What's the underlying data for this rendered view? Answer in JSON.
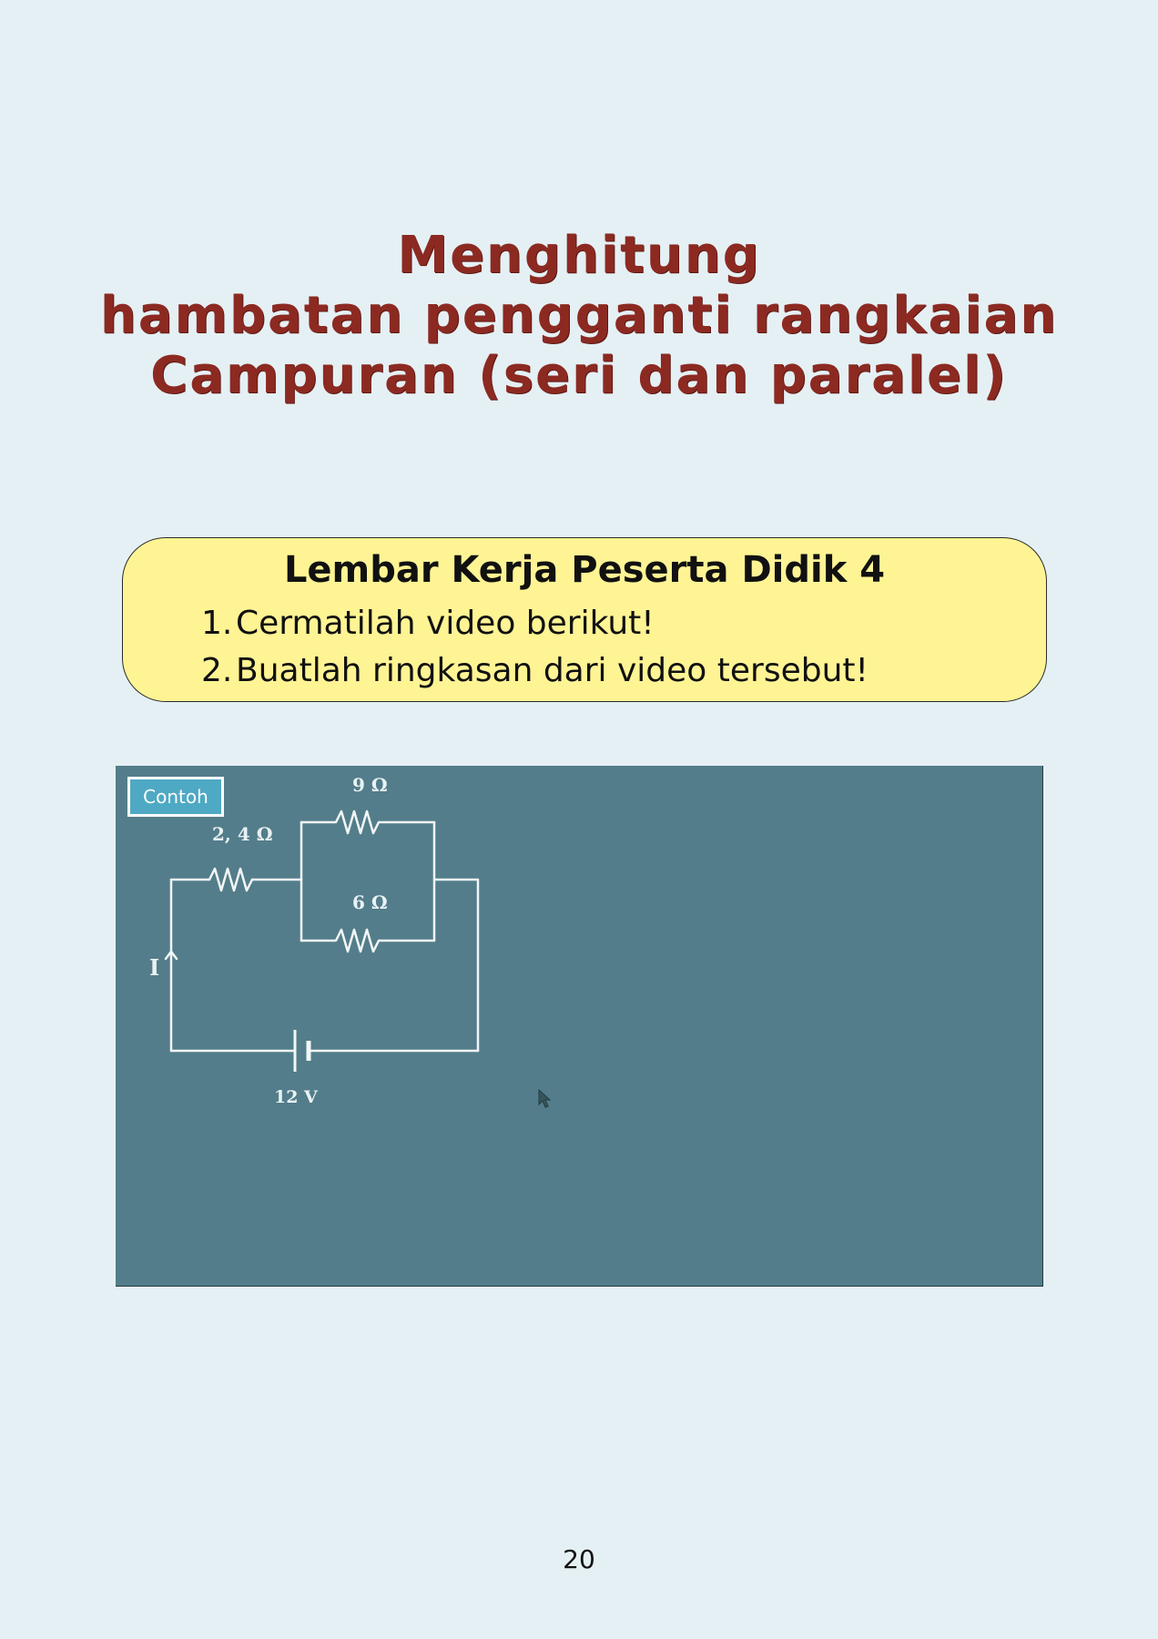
{
  "title": {
    "line1": "Menghitung",
    "line2": "hambatan pengganti rangkaian",
    "line3": "Campuran (seri dan paralel)"
  },
  "worksheet": {
    "heading": "Lembar Kerja Peserta Didik 4",
    "items": [
      {
        "number": "1.",
        "text": "Cermatilah video berikut!"
      },
      {
        "number": "2.",
        "text": "Buatlah ringkasan dari video tersebut!"
      }
    ]
  },
  "video": {
    "badge": "Contoh",
    "circuit": {
      "r_series": "2, 4 Ω",
      "r_parallel_top": "9 Ω",
      "r_parallel_bottom": "6 Ω",
      "current_label": "I",
      "battery_label": "12 V"
    }
  },
  "page_number": "20",
  "colors": {
    "background": "#e5f0f4",
    "title": "#8c2a22",
    "worksheet_box": "#fff494",
    "video_background": "#537d8a",
    "badge": "#4ea9c4"
  }
}
